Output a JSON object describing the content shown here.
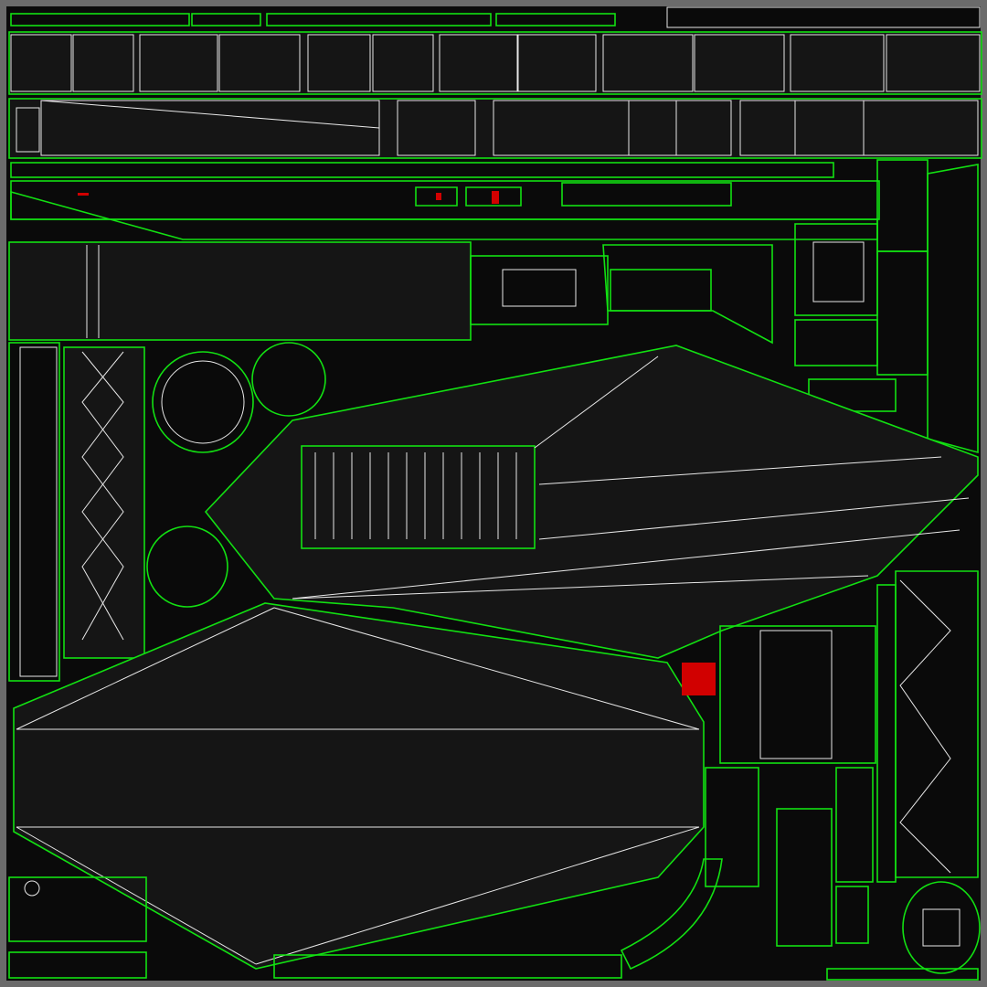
{
  "colors": {
    "background": "#0a0a0a",
    "border": "#6b6b6b",
    "island_outline": "#12e012",
    "edge_line": "#e8e8e8",
    "marker": "#d10000"
  },
  "markers": [
    "red-square-marker",
    "red-small-marker-1",
    "red-small-marker-2",
    "red-small-marker-3"
  ]
}
